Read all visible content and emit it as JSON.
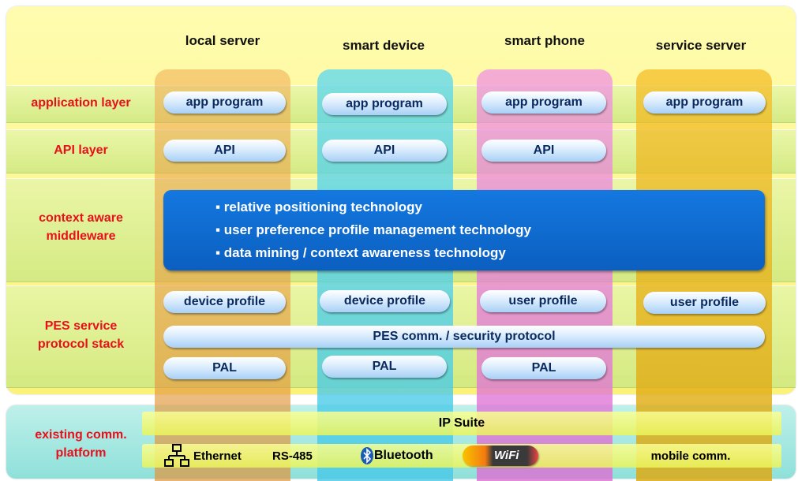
{
  "columns": {
    "local_server": "local server",
    "smart_device": "smart device",
    "smart_phone": "smart phone",
    "service_server": "service server"
  },
  "layers": {
    "application": "application layer",
    "api": "API layer",
    "middleware_line1": "context aware",
    "middleware_line2": "middleware",
    "pes_line1": "PES service",
    "pes_line2": "protocol stack",
    "existing_line1": "existing comm.",
    "existing_line2": "platform"
  },
  "application_row": [
    "app program",
    "app program",
    "app program",
    "app program"
  ],
  "api_row": [
    "API",
    "API",
    "API"
  ],
  "middleware": {
    "bullets": [
      "relative positioning technology",
      "user preference profile management technology",
      "data mining / context awareness technology"
    ]
  },
  "profiles": [
    "device profile",
    "device profile",
    "user profile",
    "user profile"
  ],
  "protocol": "PES comm. / security protocol",
  "pal_row": [
    "PAL",
    "PAL",
    "PAL"
  ],
  "ip_suite": "IP Suite",
  "network": {
    "ethernet": "Ethernet",
    "rs485": "RS-485",
    "bluetooth": "Bluetooth",
    "wifi": "WiFi",
    "mobile": "mobile comm."
  },
  "colors": {
    "layer_label": "#e8101a",
    "middleware_box": "#1270d8"
  }
}
